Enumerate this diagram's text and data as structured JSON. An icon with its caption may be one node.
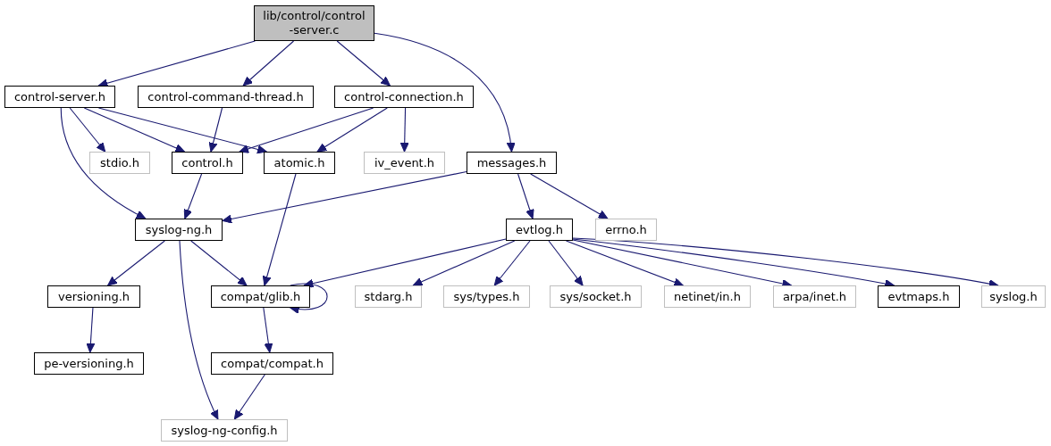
{
  "diagram": {
    "nodes": [
      {
        "text": [
          "lib/control/control -server.c"
        ]
      },
      {
        "text": [
          "control-server.h"
        ]
      },
      {
        "text": [
          "control-command-thread.h"
        ]
      },
      {
        "text": [
          "control-connection.h"
        ]
      },
      {
        "text": [
          "stdio.h"
        ]
      },
      {
        "text": [
          "control.h"
        ]
      },
      {
        "text": [
          "atomic.h"
        ]
      },
      {
        "text": [
          "iv_event.h"
        ]
      },
      {
        "text": [
          "messages.h"
        ]
      },
      {
        "text": [
          "syslog-ng.h"
        ]
      },
      {
        "text": [
          "evtlog.h"
        ]
      },
      {
        "text": [
          "errno.h"
        ]
      },
      {
        "text": [
          "versioning.h"
        ]
      },
      {
        "text": [
          "compat/glib.h"
        ]
      },
      {
        "text": [
          "stdarg.h"
        ]
      },
      {
        "text": [
          "sys/types.h"
        ]
      },
      {
        "text": [
          "sys/socket.h"
        ]
      },
      {
        "text": [
          "netinet/in.h"
        ]
      },
      {
        "text": [
          "arpa/inet.h"
        ]
      },
      {
        "text": [
          "evtmaps.h"
        ]
      },
      {
        "text": [
          "syslog.h"
        ]
      },
      {
        "text": [
          "pe-versioning.h"
        ]
      },
      {
        "text": [
          "compat/compat.h"
        ]
      },
      {
        "text": [
          "syslog-ng-config.h"
        ]
      }
    ],
    "edges": [
      {
        "from": 0,
        "to": 1,
        "arrow": "to"
      },
      {
        "from": 0,
        "to": 2,
        "arrow": "to"
      },
      {
        "from": 0,
        "to": 3,
        "arrow": "to"
      },
      {
        "from": 0,
        "to": 8,
        "arrow": "to"
      },
      {
        "from": 1,
        "to": 4,
        "arrow": "to"
      },
      {
        "from": 1,
        "to": 5,
        "arrow": "to"
      },
      {
        "from": 1,
        "to": 6,
        "arrow": "to"
      },
      {
        "from": 1,
        "to": 9,
        "arrow": "to"
      },
      {
        "from": 2,
        "to": 5,
        "arrow": "to"
      },
      {
        "from": 3,
        "to": 5,
        "arrow": "to"
      },
      {
        "from": 3,
        "to": 6,
        "arrow": "to"
      },
      {
        "from": 3,
        "to": 7,
        "arrow": "to"
      },
      {
        "from": 5,
        "to": 9,
        "arrow": "to"
      },
      {
        "from": 6,
        "to": 13,
        "arrow": "to"
      },
      {
        "from": 8,
        "to": 9,
        "arrow": "to"
      },
      {
        "from": 8,
        "to": 10,
        "arrow": "to"
      },
      {
        "from": 8,
        "to": 11,
        "arrow": "to"
      },
      {
        "from": 9,
        "to": 12,
        "arrow": "to"
      },
      {
        "from": 9,
        "to": 13,
        "arrow": "to"
      },
      {
        "from": 9,
        "to": 23,
        "arrow": "to"
      },
      {
        "from": 10,
        "to": 13,
        "arrow": "to"
      },
      {
        "from": 10,
        "to": 14,
        "arrow": "to"
      },
      {
        "from": 10,
        "to": 15,
        "arrow": "to"
      },
      {
        "from": 10,
        "to": 16,
        "arrow": "to"
      },
      {
        "from": 10,
        "to": 17,
        "arrow": "to"
      },
      {
        "from": 10,
        "to": 18,
        "arrow": "to"
      },
      {
        "from": 10,
        "to": 19,
        "arrow": "to"
      },
      {
        "from": 10,
        "to": 20,
        "arrow": "to"
      },
      {
        "from": 12,
        "to": 21,
        "arrow": "to"
      },
      {
        "from": 13,
        "to": 13,
        "arrow": "to"
      },
      {
        "from": 13,
        "to": 22,
        "arrow": "to"
      },
      {
        "from": 22,
        "to": 23,
        "arrow": "to"
      }
    ]
  }
}
